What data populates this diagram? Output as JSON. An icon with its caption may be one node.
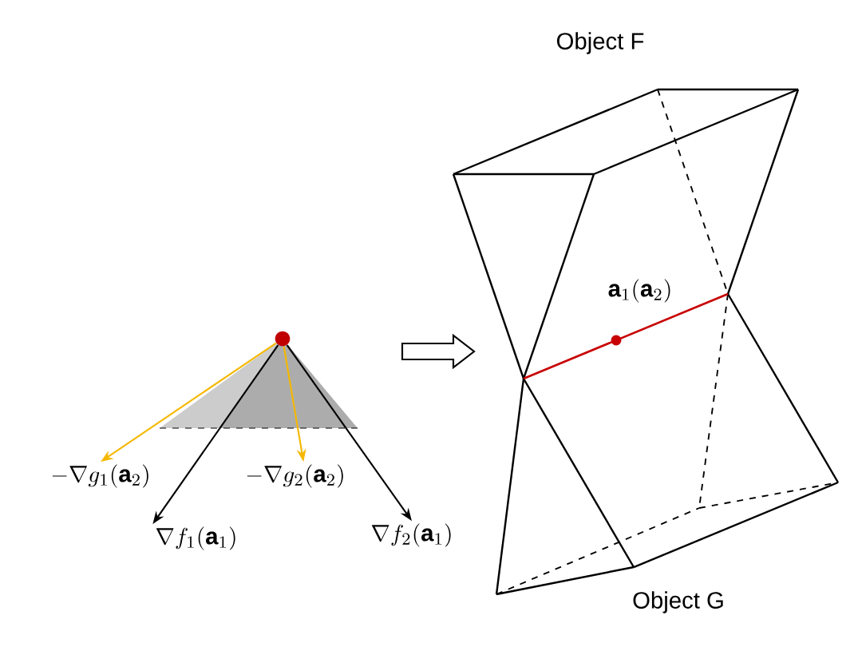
{
  "diagram": {
    "nodes": [
      {
        "text": [],
        "shape": "circle"
      },
      {
        "text": [
          "-\\nabla g_1(\\mathbf{a}_2)"
        ]
      },
      {
        "text": [
          "-\\nabla g_2(\\mathbf{a}_2)"
        ]
      },
      {
        "text": [
          "\\nabla f_1(\\mathbf{a}_1)"
        ]
      },
      {
        "text": [
          "\\nabla f_2(\\mathbf{a}_1)"
        ]
      }
    ],
    "edges": [
      {
        "from": 0,
        "to": 1,
        "arrow": "to",
        "color": "#f5b800"
      },
      {
        "from": 0,
        "to": 2,
        "arrow": "to",
        "color": "#f5b800"
      },
      {
        "from": 0,
        "to": 3,
        "arrow": "to",
        "color": "#000000"
      },
      {
        "from": 0,
        "to": 4,
        "arrow": "to",
        "color": "#000000"
      }
    ],
    "labels": [
      "Object F",
      "\\mathbf{a}_1(\\mathbf{a}_2)",
      "Object G"
    ]
  }
}
